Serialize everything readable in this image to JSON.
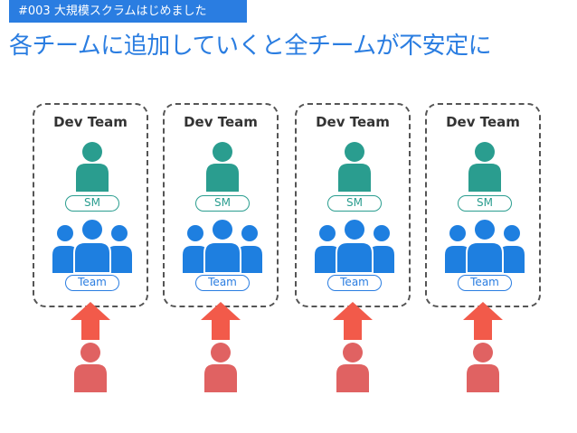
{
  "header": {
    "tag": "#003 大規模スクラムはじめました",
    "title": "各チームに追加していくと全チームが不安定に"
  },
  "teams": [
    {
      "title": "Dev Team",
      "sm_label": "SM",
      "team_label": "Team"
    },
    {
      "title": "Dev Team",
      "sm_label": "SM",
      "team_label": "Team"
    },
    {
      "title": "Dev Team",
      "sm_label": "SM",
      "team_label": "Team"
    },
    {
      "title": "Dev Team",
      "sm_label": "SM",
      "team_label": "Team"
    }
  ],
  "colors": {
    "accent_blue": "#2a7de1",
    "sm_teal": "#2a9d8f",
    "team_blue": "#1e7fe0",
    "arrow_red": "#f25a4a",
    "newcomer_red": "#e06262",
    "border_gray": "#555555"
  },
  "icons": {
    "sm": "person-icon",
    "team": "group-icon",
    "arrow": "arrow-up-icon",
    "newcomer": "person-icon"
  }
}
